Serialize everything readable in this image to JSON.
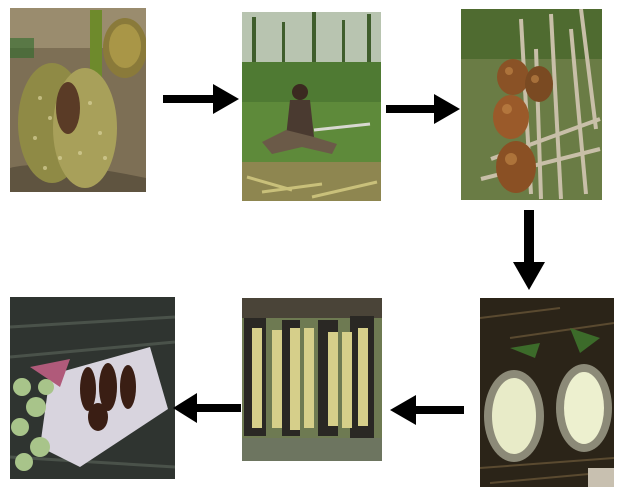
{
  "figure": {
    "steps": [
      {
        "name": "step-1-photo",
        "icon": "sago-palm-fruits-on-ground-icon"
      },
      {
        "name": "step-2-photo",
        "icon": "man-cutting-with-machete-icon"
      },
      {
        "name": "step-3-photo",
        "icon": "husked-fruits-among-stalks-icon"
      },
      {
        "name": "step-4-photo",
        "icon": "fruit-cut-in-half-icon"
      },
      {
        "name": "step-5-photo",
        "icon": "fruit-pieces-roasted-icon"
      },
      {
        "name": "step-6-photo",
        "icon": "cooked-pieces-on-plastic-icon"
      }
    ],
    "arrows": [
      {
        "from": 1,
        "to": 2,
        "direction": "right"
      },
      {
        "from": 2,
        "to": 3,
        "direction": "right"
      },
      {
        "from": 3,
        "to": 4,
        "direction": "down"
      },
      {
        "from": 4,
        "to": 5,
        "direction": "left"
      },
      {
        "from": 5,
        "to": 6,
        "direction": "left"
      }
    ],
    "colors": {
      "arrow": "#000000",
      "background": "#ffffff"
    }
  }
}
